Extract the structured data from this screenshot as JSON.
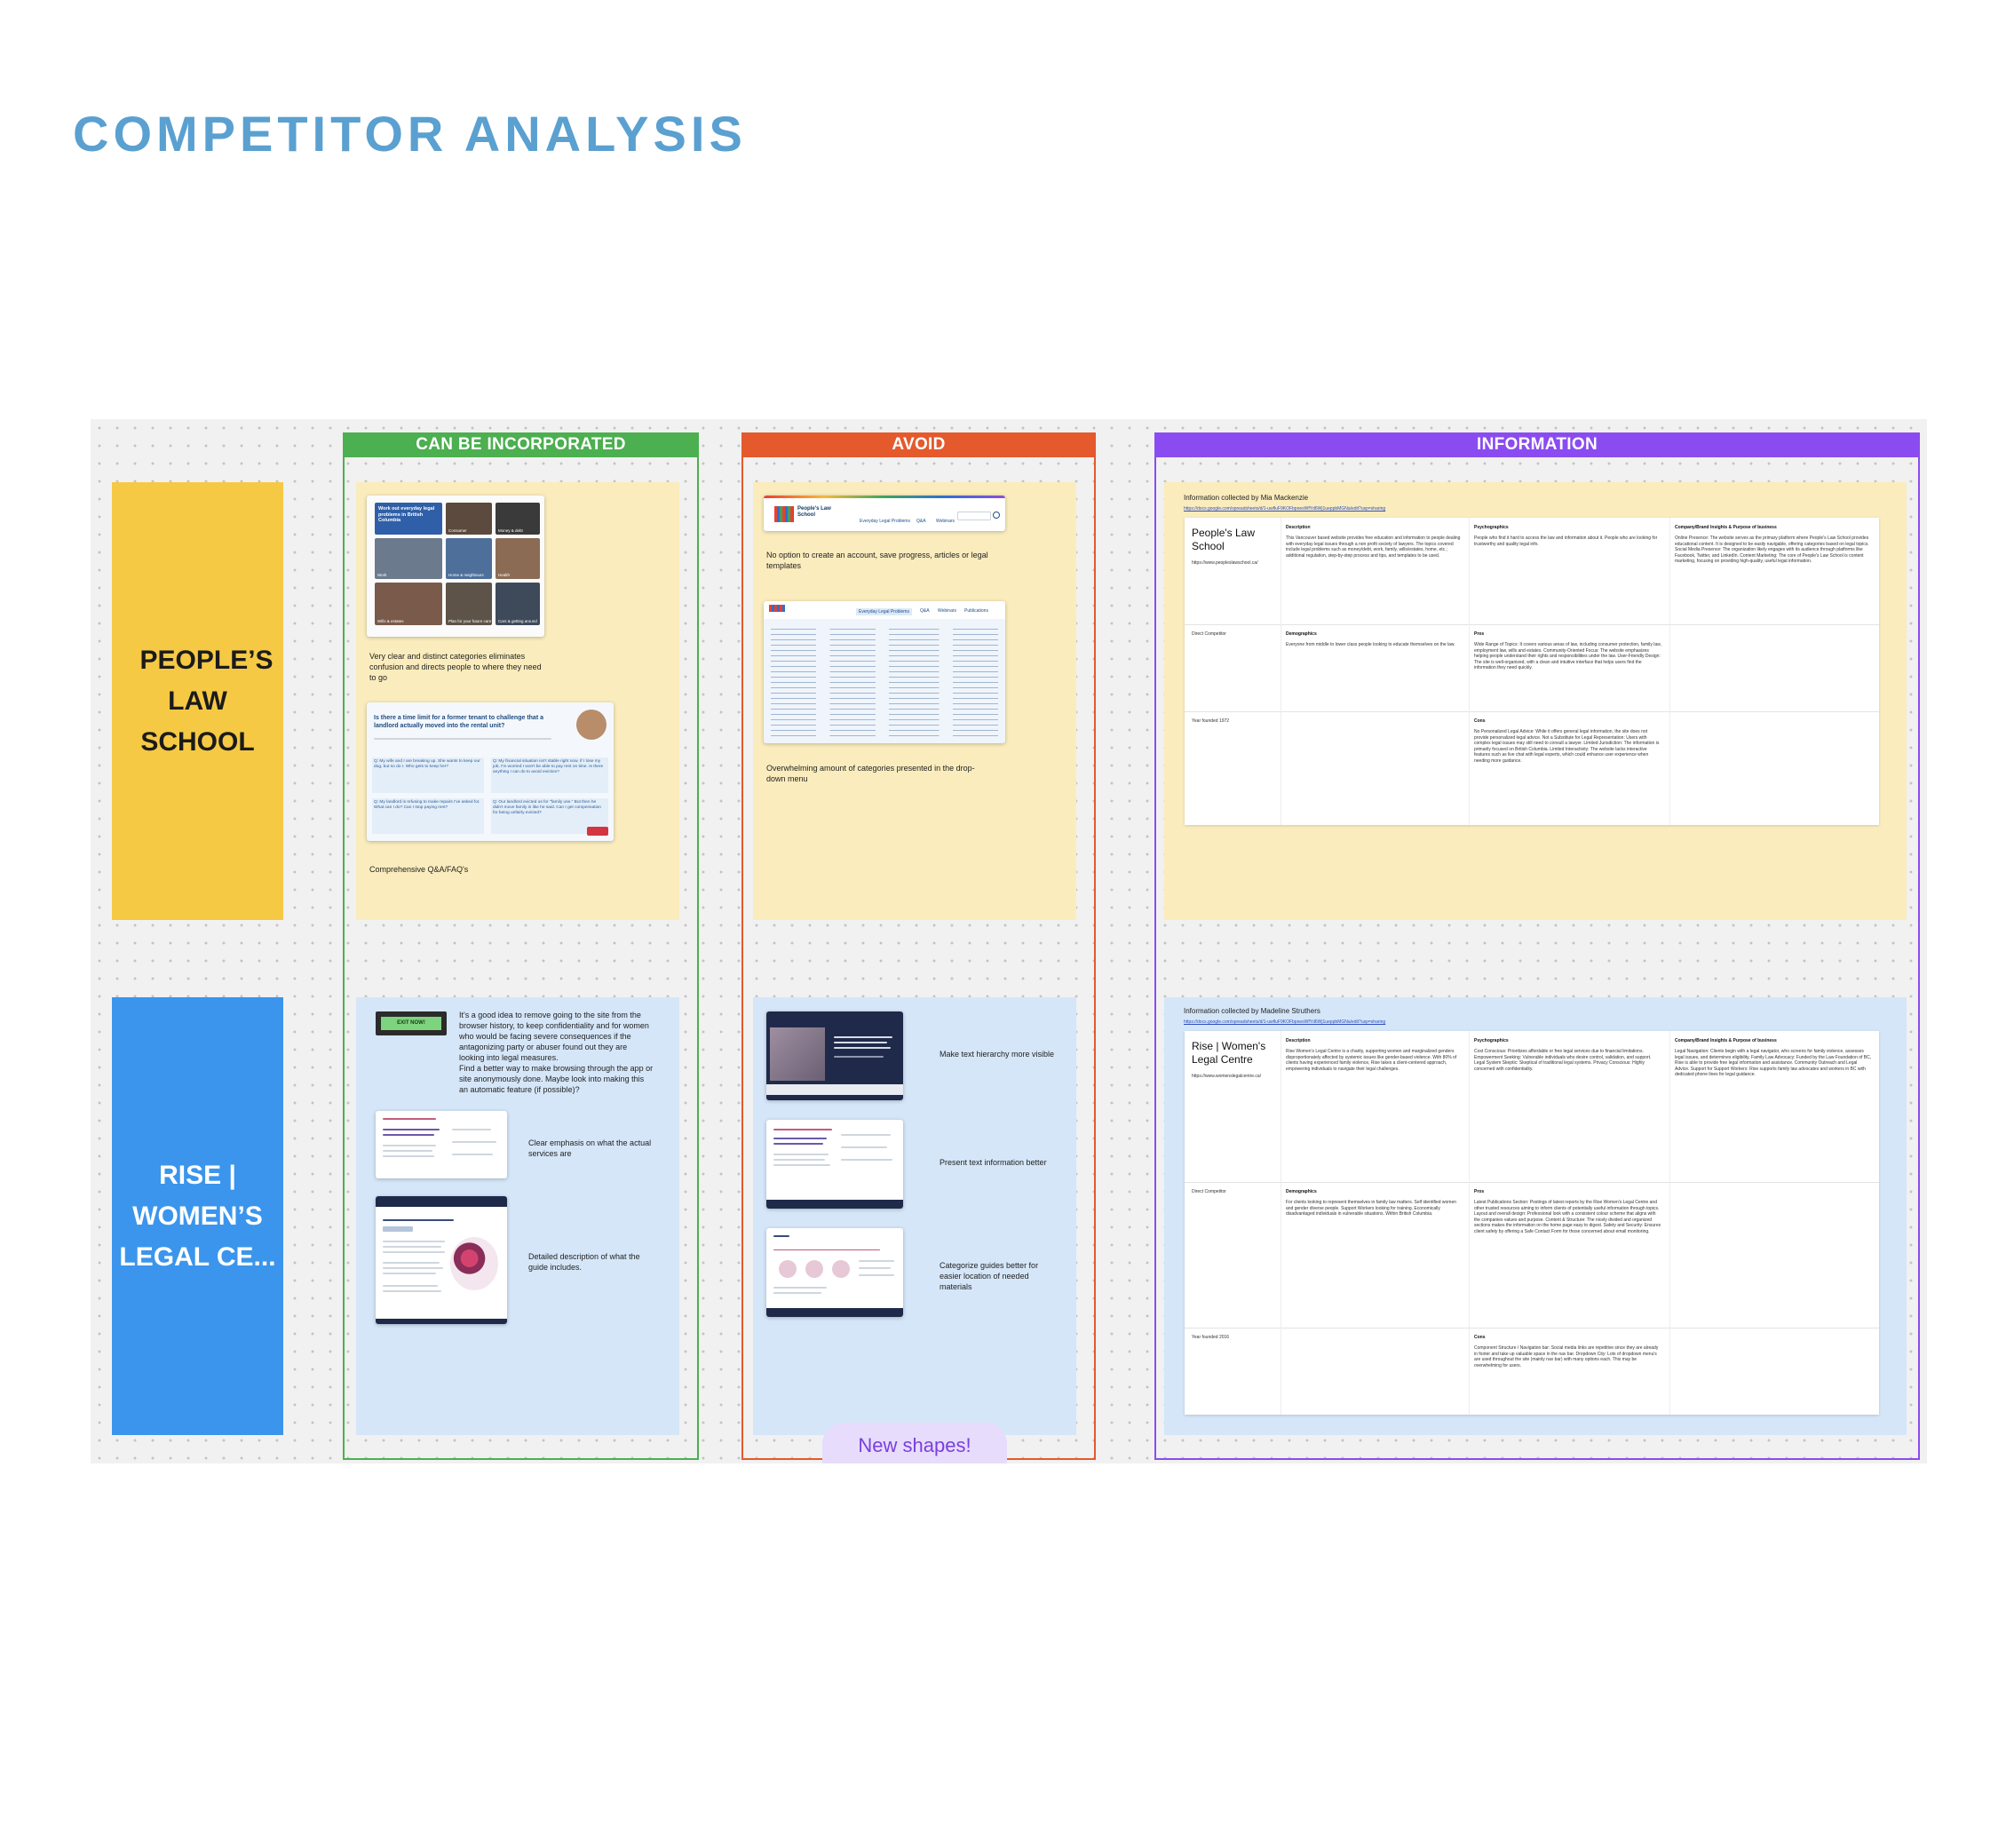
{
  "page": {
    "title": "COMPETITOR ANALYSIS"
  },
  "sections": {
    "can_be_incorporated": {
      "label": "CAN BE INCORPORATED",
      "color": "#4caf50"
    },
    "avoid": {
      "label": "AVOID",
      "color": "#e45a2c"
    },
    "information": {
      "label": "INFORMATION",
      "color": "#8a4cf0"
    }
  },
  "rows": [
    {
      "label": "PEOPLE’S LAW SCHOOL",
      "color": "#f6c945"
    },
    {
      "label": "RISE | WOMEN’S LEGAL CE...",
      "color": "#3b95ec"
    }
  ],
  "pls": {
    "incorporate": {
      "tiles": {
        "headline": "Work out everyday legal problems in British Columbia",
        "labels": [
          "Consumer",
          "Money & debt",
          "Work",
          "Home & neighbours",
          "Health",
          "Wills & estates",
          "Plan for your future care",
          "Cars & getting around"
        ]
      },
      "note1": "Very clear and distinct categories eliminates confusion and directs people to where they need to go",
      "qa_title": "Is there a time limit for a former tenant to challenge that a landlord actually moved into the rental unit?",
      "qa_items": [
        "Q: My wife and I are breaking up. She wants to keep our dog, but so do I. Who gets to keep her?",
        "Q: My financial situation isn't stable right now. If I lose my job, I'm worried I won't be able to pay rent on time. Is there anything I can do to avoid eviction?",
        "Q: My landlord is refusing to make repairs I've asked for. What can I do? Can I stop paying rent?",
        "Q: Our landlord evicted us for \"family use.\" But then he didn't move family in like he said. Can I get compensation for being unfairly evicted?"
      ],
      "note2": "Comprehensive Q&A/FAQ's"
    },
    "avoid": {
      "logo_text": "People's Law School",
      "nav": [
        "Everyday Legal Problems",
        "Q&A",
        "Webinars",
        "Publications"
      ],
      "note1": "No option to create an account, save progress, articles or legal templates",
      "note2": "Overwhelming amount of categories presented in the drop-down menu"
    },
    "info": {
      "collected_by": "Information collected by Mia Mackenzie",
      "link": "https://docs.google.com/spreadsheets/d/1-uwfluF9KOFbpnesWfYd6Wj1ueppbMGNa/edit?usp=sharing",
      "name": "People's Law School",
      "url": "https://www.peopleslawschool.ca/",
      "type": "Direct Competitor",
      "founded": "Year founded 1972",
      "headers": [
        "Description",
        "Psychographics",
        "Company/Brand Insights & Purpose of business"
      ],
      "description": "This Vancouver based website provides free education and information to people dealing with everyday legal issues through a non profit society of lawyers. The topics covered include legal problems such as money/debt, work, family, wills/estates, home, etc.; additional regulation, step-by-step process and tips, and templates to be used.",
      "psychographics": "People who find it hard to access the law and information about it. People who are looking for trustworthy and quality legal info.",
      "insights": "Online Presence: The website serves as the primary platform where People's Law School provides educational content. It is designed to be easily navigable, offering categories based on legal topics. Social Media Presence: The organization likely engages with its audience through platforms like Facebook, Twitter, and LinkedIn. Content Marketing: The core of People's Law School is content marketing, focusing on providing high-quality, useful legal information.",
      "demographics_label": "Demographics",
      "demographics": "Everyone from middle to lower class people looking to educate themselves on the law.",
      "pros_label": "Pros",
      "pros": "Wide Range of Topics: It covers various areas of law, including consumer protection, family law, employment law, wills and estates. Community-Oriented Focus: The website emphasizes helping people understand their rights and responsibilities under the law. User-Friendly Design: The site is well-organized, with a clean and intuitive interface that helps users find the information they need quickly.",
      "cons_label": "Cons",
      "cons": "No Personalized Legal Advice: While it offers general legal information, the site does not provide personalized legal advice. Not a Substitute for Legal Representation: Users with complex legal issues may still need to consult a lawyer. Limited Jurisdiction: The information is primarily focused on British Columbia. Limited Interactivity: The website lacks interactive features such as live chat with legal experts, which could enhance user experience when needing more guidance."
    }
  },
  "rise": {
    "incorporate": {
      "exit_label": "EXIT NOW!",
      "note1": "It's a good idea to remove going to the site from the browser history, to keep confidentiality and for women who would be facing severe consequences if the antagonizing party or abuser found out they are looking into legal measures.",
      "note1b": "Find a better way to make browsing through the app or site anonymously done. Maybe look into making this an automatic feature (if possible)?",
      "note2": "Clear emphasis on what the actual services are",
      "note3": "Detailed description of what the guide includes."
    },
    "avoid": {
      "note1": "Make text hierarchy more visible",
      "note2": "Present text information better",
      "note3": "Categorize guides better for easier location of needed materials"
    },
    "info": {
      "collected_by": "Information collected by Madeline Struthers",
      "link": "https://docs.google.com/spreadsheets/d/1-uwfluF9KOFbpnesWfYd6Wj1ueppbMGNa/edit?usp=sharing",
      "name": "Rise | Women's Legal Centre",
      "url": "https://www.womenslegalcentre.ca/",
      "type": "Direct Competitor",
      "founded": "Year founded 2016",
      "headers": [
        "Description",
        "Psychographics",
        "Company/Brand Insights & Purpose of business"
      ],
      "description": "Rise Women's Legal Centre is a charity, supporting women and marginalized genders disproportionately affected by systemic issues like gender-based violence. With 80% of clients having experienced family violence, Rise takes a client-centered approach, empowering individuals to navigate their legal challenges.",
      "psychographics": "Cost Conscious: Prioritizes affordable or free legal services due to financial limitations. Empowerment Seeking: Vulnerable individuals who desire control, validation, and support. Legal System Skeptic: Skeptical of traditional legal systems. Privacy Conscious: Highly concerned with confidentiality.",
      "insights": "Legal Navigation: Clients begin with a legal navigator, who screens for family violence, assesses legal issues, and determines eligibility. Family Law Advocacy: Funded by the Law Foundation of BC, Rise is able to provide free legal information and assistance. Community Outreach and Legal Advice. Support for Support Workers: Rise supports family law advocates and workers in BC with dedicated phone lines for legal guidance.",
      "demographics_label": "Demographics",
      "demographics": "For clients looking to represent themselves in family law matters. Self identified women and gender diverse people. Support Workers looking for training. Economically disadvantaged individuals in vulnerable situations. Within British Columbia.",
      "pros_label": "Pros",
      "pros": "Latest Publications Section: Postings of latest reports by the Rise Women's Legal Centre and other trusted resources aiming to inform clients of potentially useful information through topics. Layout and overall design: Professional look with a consistent colour scheme that aligns with the companies values and purpose. Content & Structure: The nicely divided and organized sections makes the information on the home page easy to digest. Safety and Security: Ensures client safety by offering a Safe Contact Form for those concerned about email monitoring.",
      "cons_label": "Cons",
      "cons": "Component Structure / Navigation bar: Social media links are repetitive since they are already in footer and take up valuable space in the nav bar. Dropdown City: Lots of dropdown menu's are used throughout the site (mainly nav bar) with many options each. This may be overwhelming for users."
    }
  },
  "badge": {
    "label": "New shapes!"
  },
  "colors": {
    "yellow_cell": "#faecbd",
    "blue_cell": "#d5e6f8",
    "title": "#5aa0d0"
  }
}
